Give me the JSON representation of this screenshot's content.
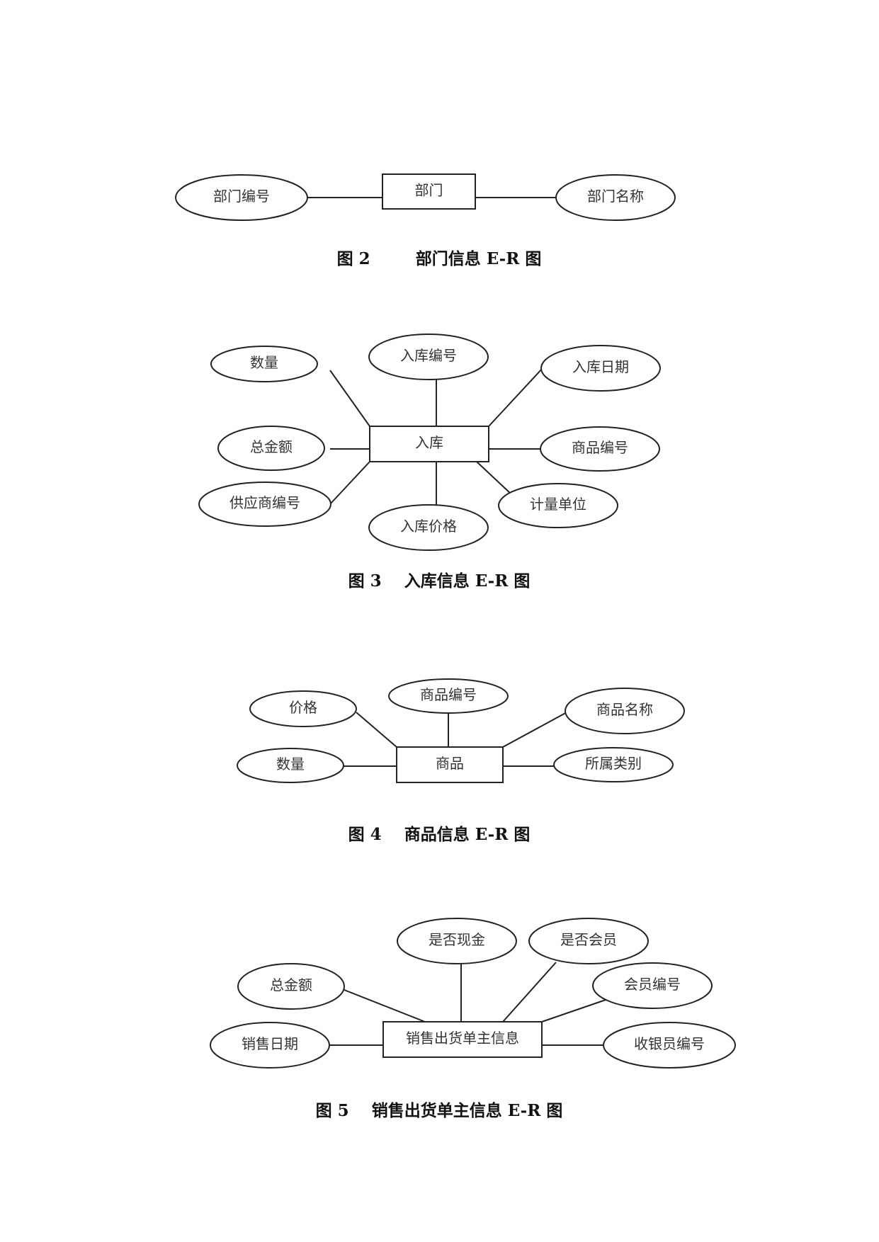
{
  "diagrams": [
    {
      "id": "fig2",
      "caption": "图 2        部门信息 E-R 图",
      "entity": "部门",
      "attributes": [
        "部门编号",
        "部门名称"
      ]
    },
    {
      "id": "fig3",
      "caption": "图 3    入库信息 E-R 图",
      "entity": "入库",
      "attributes": [
        "数量",
        "入库编号",
        "入库日期",
        "总金额",
        "商品编号",
        "供应商编号",
        "入库价格",
        "计量单位"
      ]
    },
    {
      "id": "fig4",
      "caption": "图 4    商品信息 E-R 图",
      "entity": "商品",
      "attributes": [
        "价格",
        "商品编号",
        "商品名称",
        "数量",
        "所属类别"
      ]
    },
    {
      "id": "fig5",
      "caption": "图 5    销售出货单主信息 E-R 图",
      "entity": "销售出货单主信息",
      "attributes": [
        "是否现金",
        "是否会员",
        "总金额",
        "会员编号",
        "销售日期",
        "收银员编号"
      ]
    }
  ]
}
